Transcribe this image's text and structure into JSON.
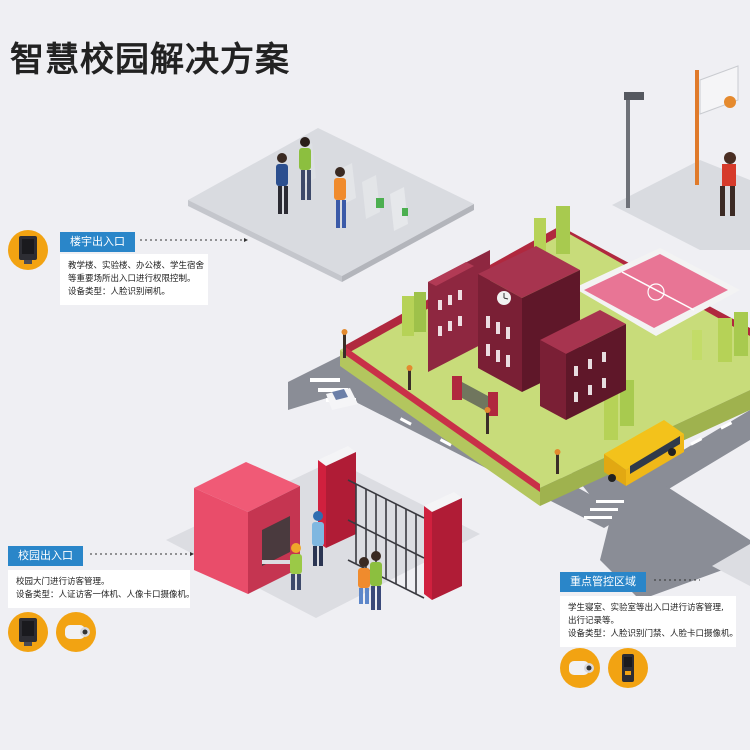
{
  "title": "智慧校园解决方案",
  "building_entrance": {
    "label": "楼宇出入口",
    "lines": [
      "教学楼、实验楼、办公楼、学生宿舍",
      "等重要场所出入口进行权限控制。",
      "设备类型：人脸识别闸机。"
    ],
    "icons": [
      "face-terminal-icon"
    ]
  },
  "campus_entrance": {
    "label": "校园出入口",
    "lines": [
      "校园大门进行访客管理。",
      "设备类型：人证访客一体机、人像卡口摄像机。"
    ],
    "icons": [
      "face-terminal-icon",
      "camera-icon"
    ]
  },
  "key_area": {
    "label": "重点管控区域",
    "lines": [
      "学生寝室、实验室等出入口进行访客管理,",
      "出行记录等。",
      "设备类型：人脸识别门禁、人脸卡口摄像机。"
    ],
    "icons": [
      "camera-icon",
      "access-panel-icon"
    ]
  },
  "colors": {
    "accent_blue": "#2a86c9",
    "icon_orange": "#f2a312",
    "building_red": "#7a1f35",
    "court_pink": "#e87595",
    "grass_green": "#b7d35a",
    "bus_yellow": "#f3c21b",
    "booth_pink": "#e94d6a"
  }
}
